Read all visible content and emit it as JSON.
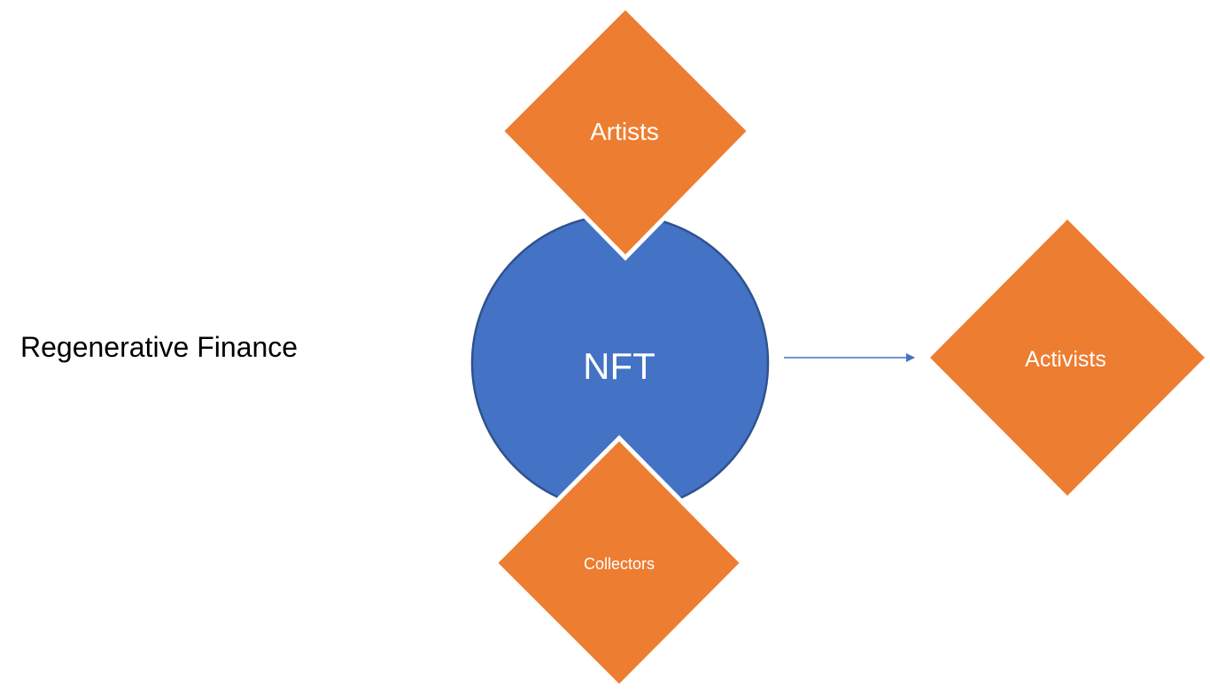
{
  "title": "Regenerative Finance",
  "center_node": {
    "label": "NFT"
  },
  "nodes": {
    "top": {
      "label": "Artists"
    },
    "bottom": {
      "label": "Collectors"
    },
    "right": {
      "label": "Activists"
    }
  },
  "colors": {
    "circle_fill": "#4472C4",
    "circle_stroke": "#2F528F",
    "diamond_fill": "#ED7D31",
    "arrow": "#4472C4",
    "node_text": "#FFFFFF",
    "title_text": "#000000"
  }
}
